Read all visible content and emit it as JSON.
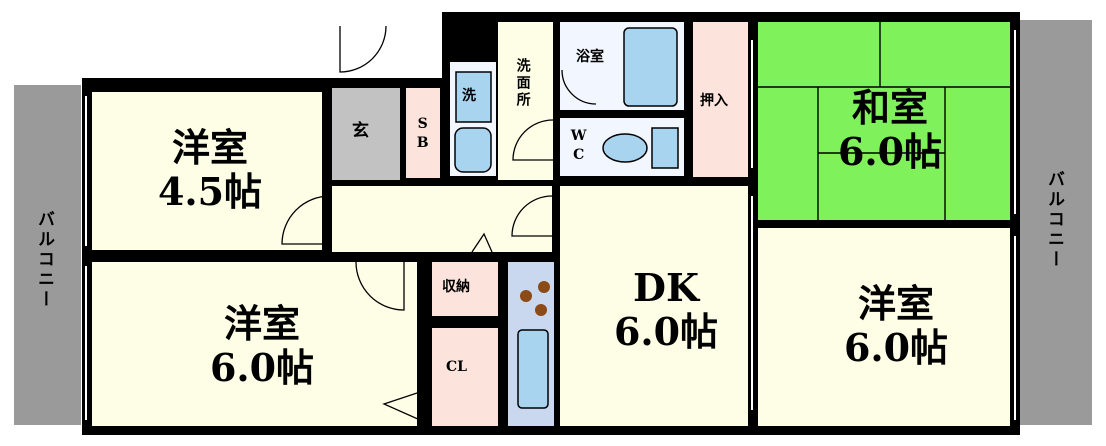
{
  "floor_plan": {
    "rooms": {
      "western_4_5": {
        "name": "洋室",
        "size": "4.5帖"
      },
      "western_6_left": {
        "name": "洋室",
        "size": "6.0帖"
      },
      "dk": {
        "name": "DK",
        "size": "6.0帖"
      },
      "western_6_right": {
        "name": "洋室",
        "size": "6.0帖"
      },
      "japanese": {
        "name": "和室",
        "size": "6.0帖"
      }
    },
    "labels": {
      "entrance": "玄",
      "shoe_box": "SB",
      "washing_machine": "洗",
      "washroom": "洗面所",
      "bath": "浴室",
      "toilet": "WC",
      "closet_oshiire": "押入",
      "storage": "収納",
      "closet_cl": "CL",
      "balcony_left": "バルコニー",
      "balcony_right": "バルコニー"
    },
    "colors": {
      "wall": "#000000",
      "floor": "#fefee6",
      "wet_area": "#f1f6ff",
      "storage": "#fce3db",
      "japanese_room": "#7ff25b",
      "balcony": "#9a9a9a",
      "entrance": "#c2c2c2",
      "fixture": "#a9d4ef",
      "kitchen": "#c9d7ef",
      "burner": "#8b4a16"
    }
  }
}
